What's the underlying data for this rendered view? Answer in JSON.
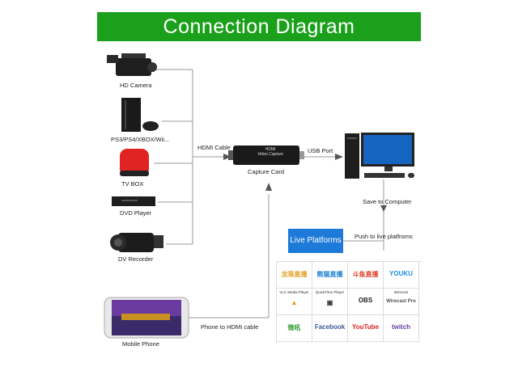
{
  "title": "Connection Diagram",
  "sources": [
    {
      "label": "HD Camera",
      "icon": "camcorder-icon"
    },
    {
      "label": "PS3/PS4/XBOX/Wii...",
      "icon": "game-console-icon"
    },
    {
      "label": "TV BOX",
      "icon": "tv-box-icon"
    },
    {
      "label": "DVD Player",
      "icon": "dvd-player-icon"
    },
    {
      "label": "DV Recorder",
      "icon": "dv-recorder-icon"
    }
  ],
  "labels": {
    "hdmi_cable": "HDMI Cable",
    "usb_port": "USB Port",
    "capture_card": "Capture Card",
    "save_to_computer": "Save to Computer",
    "push_live": "Push to live platfroms",
    "mobile_phone": "Mobile Phone",
    "phone_to_hdmi": "Phone to HDMI cable"
  },
  "capture_device_text": {
    "line1": "HDMI",
    "line2": "Video Capture"
  },
  "live_platforms": "Live Platforms",
  "platforms": [
    {
      "caption": "",
      "logo": "龙珠直播",
      "color": "#e0a020"
    },
    {
      "caption": "",
      "logo": "熊猫直播",
      "color": "#1a7fd0"
    },
    {
      "caption": "",
      "logo": "斗鱼直播",
      "color": "#e0402a"
    },
    {
      "caption": "",
      "logo": "YOUKU",
      "color": "#1a8fe0"
    },
    {
      "caption": "VLC Media Player",
      "logo": "▲",
      "color": "#f08a00"
    },
    {
      "caption": "QuickTime Player",
      "logo": "▣",
      "color": "#333333"
    },
    {
      "caption": "",
      "logo": "OBS",
      "color": "#222222"
    },
    {
      "caption": "Wirecast",
      "logo": "Wirecast Pro",
      "color": "#555555"
    },
    {
      "caption": "",
      "logo": "微吼",
      "color": "#3aa03a"
    },
    {
      "caption": "",
      "logo": "Facebook",
      "color": "#3b5998"
    },
    {
      "caption": "",
      "logo": "YouTube",
      "color": "#e02020"
    },
    {
      "caption": "",
      "logo": "twitch",
      "color": "#6441a5"
    }
  ],
  "colors": {
    "title_bg": "#1aa01a",
    "live_bg": "#1e7ad8",
    "wire": "#9a9a9a"
  }
}
